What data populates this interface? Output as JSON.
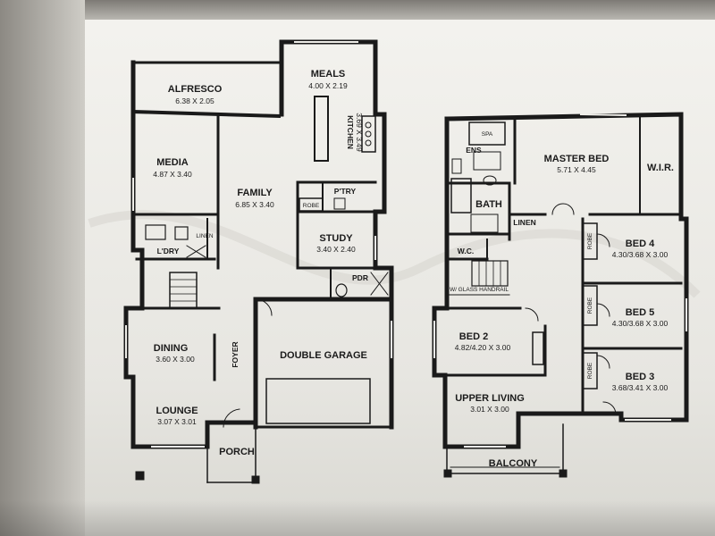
{
  "ground_floor": {
    "meals": {
      "name": "MEALS",
      "dims": "4.00 X 2.19"
    },
    "alfresco": {
      "name": "ALFRESCO",
      "dims": "6.38 X 2.05"
    },
    "kitchen": {
      "name": "KITCHEN",
      "dims": "3.69 X 3.49"
    },
    "media": {
      "name": "MEDIA",
      "dims": "4.87 X 3.40"
    },
    "family": {
      "name": "FAMILY",
      "dims": "6.85 X 3.40"
    },
    "pantry": {
      "name": "P'TRY"
    },
    "robe": {
      "name": "ROBE"
    },
    "laundry": {
      "name": "L'DRY"
    },
    "linen": {
      "name": "LINEN"
    },
    "study": {
      "name": "STUDY",
      "dims": "3.40 X 2.40"
    },
    "powder": {
      "name": "PDR"
    },
    "dining": {
      "name": "DINING",
      "dims": "3.60 X 3.00"
    },
    "foyer": {
      "name": "FOYER"
    },
    "garage": {
      "name": "DOUBLE GARAGE"
    },
    "lounge": {
      "name": "LOUNGE",
      "dims": "3.07 X 3.01"
    },
    "porch": {
      "name": "PORCH"
    }
  },
  "first_floor": {
    "spa": {
      "name": "SPA"
    },
    "ensuite": {
      "name": "ENS"
    },
    "master_bed": {
      "name": "MASTER BED",
      "dims": "5.71 X 4.45"
    },
    "wir": {
      "name": "W.I.R."
    },
    "bath": {
      "name": "BATH"
    },
    "linen": {
      "name": "LINEN"
    },
    "bed4": {
      "name": "BED 4",
      "dims": "4.30/3.68 X 3.00"
    },
    "wc": {
      "name": "W.C."
    },
    "stair_note": {
      "name": "W/ GLASS HANDRAIL"
    },
    "bed5": {
      "name": "BED 5",
      "dims": "4.30/3.68 X 3.00"
    },
    "bed2": {
      "name": "BED 2",
      "dims": "4.82/4.20 X 3.00"
    },
    "bed3": {
      "name": "BED 3",
      "dims": "3.68/3.41 X 3.00"
    },
    "upper_living": {
      "name": "UPPER LIVING",
      "dims": "3.01 X 3.00"
    },
    "balcony": {
      "name": "BALCONY"
    },
    "robe_4": {
      "name": "ROBE"
    },
    "robe_5": {
      "name": "ROBE"
    },
    "robe_3": {
      "name": "ROBE"
    }
  },
  "colors": {
    "wall": "#1a1a1a",
    "paper": "#f0efea"
  }
}
